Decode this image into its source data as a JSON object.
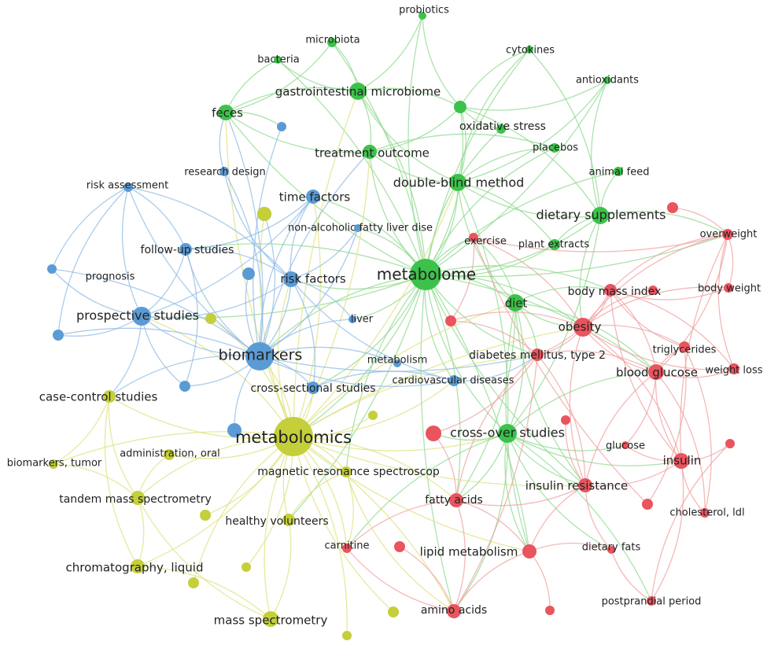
{
  "colors": {
    "blue": "#5b9bd5",
    "green": "#3cc24a",
    "red": "#e9545e",
    "yellow": "#c4cf3a",
    "blue_link": "#8fbbe5",
    "green_link": "#8fda8f",
    "red_link": "#f0a0a0",
    "yellow_link": "#dde27e"
  },
  "nodes": [
    {
      "id": "probiotics",
      "label": "probiotics",
      "cluster": "green"
    },
    {
      "id": "microbiota",
      "label": "microbiota",
      "cluster": "green"
    },
    {
      "id": "cytokines",
      "label": "cytokines",
      "cluster": "green"
    },
    {
      "id": "bacteria",
      "label": "bacteria",
      "cluster": "green"
    },
    {
      "id": "antioxidants",
      "label": "antioxidants",
      "cluster": "green"
    },
    {
      "id": "gastro",
      "label": "gastrointestinal microbiome",
      "cluster": "green"
    },
    {
      "id": "feces",
      "label": "feces",
      "cluster": "green"
    },
    {
      "id": "oxstress",
      "label": "oxidative stress",
      "cluster": "green"
    },
    {
      "id": "placebos",
      "label": "placebos",
      "cluster": "green"
    },
    {
      "id": "treatment",
      "label": "treatment outcome",
      "cluster": "green"
    },
    {
      "id": "animalfeed",
      "label": "animal feed",
      "cluster": "green"
    },
    {
      "id": "dblind",
      "label": "double-blind method",
      "cluster": "green"
    },
    {
      "id": "dietsupp",
      "label": "dietary supplements",
      "cluster": "green"
    },
    {
      "id": "plantext",
      "label": "plant extracts",
      "cluster": "green"
    },
    {
      "id": "metabolome",
      "label": "metabolome",
      "cluster": "green"
    },
    {
      "id": "diet",
      "label": "diet",
      "cluster": "green"
    },
    {
      "id": "crossover",
      "label": "cross-over studies",
      "cluster": "green"
    },
    {
      "id": "research",
      "label": "research design",
      "cluster": "blue"
    },
    {
      "id": "riskassess",
      "label": "risk assessment",
      "cluster": "blue"
    },
    {
      "id": "timefactors",
      "label": "time factors",
      "cluster": "blue"
    },
    {
      "id": "nafld",
      "label": "non-alcoholic fatty liver dise",
      "cluster": "blue"
    },
    {
      "id": "followup",
      "label": "follow-up studies",
      "cluster": "blue"
    },
    {
      "id": "prognosis",
      "label": "prognosis",
      "cluster": "blue"
    },
    {
      "id": "riskfactors",
      "label": "risk factors",
      "cluster": "blue"
    },
    {
      "id": "prospective",
      "label": "prospective studies",
      "cluster": "blue"
    },
    {
      "id": "liver",
      "label": "liver",
      "cluster": "blue"
    },
    {
      "id": "biomarkers",
      "label": "biomarkers",
      "cluster": "blue"
    },
    {
      "id": "metabolism",
      "label": "metabolism",
      "cluster": "blue"
    },
    {
      "id": "crosssect",
      "label": "cross-sectional studies",
      "cluster": "blue"
    },
    {
      "id": "cardio",
      "label": "cardiovascular diseases",
      "cluster": "blue"
    },
    {
      "id": "exercise",
      "label": "exercise",
      "cluster": "red"
    },
    {
      "id": "overweight",
      "label": "overweight",
      "cluster": "red"
    },
    {
      "id": "bmi",
      "label": "body mass index",
      "cluster": "red"
    },
    {
      "id": "bodyweight",
      "label": "body weight",
      "cluster": "red"
    },
    {
      "id": "obesity",
      "label": "obesity",
      "cluster": "red"
    },
    {
      "id": "trig",
      "label": "triglycerides",
      "cluster": "red"
    },
    {
      "id": "diabetes",
      "label": "diabetes mellitus, type 2",
      "cluster": "red"
    },
    {
      "id": "weightloss",
      "label": "weight loss",
      "cluster": "red"
    },
    {
      "id": "bloodglucose",
      "label": "blood glucose",
      "cluster": "red"
    },
    {
      "id": "glucose",
      "label": "glucose",
      "cluster": "red"
    },
    {
      "id": "insulin",
      "label": "insulin",
      "cluster": "red"
    },
    {
      "id": "insresist",
      "label": "insulin resistance",
      "cluster": "red"
    },
    {
      "id": "fattyacids",
      "label": "fatty acids",
      "cluster": "red"
    },
    {
      "id": "chol",
      "label": "cholesterol, ldl",
      "cluster": "red"
    },
    {
      "id": "carnitine",
      "label": "carnitine",
      "cluster": "red"
    },
    {
      "id": "lipidmet",
      "label": "lipid metabolism",
      "cluster": "red"
    },
    {
      "id": "dietaryfats",
      "label": "dietary fats",
      "cluster": "red"
    },
    {
      "id": "postprandial",
      "label": "postprandial period",
      "cluster": "red"
    },
    {
      "id": "aminoacids",
      "label": "amino acids",
      "cluster": "red"
    },
    {
      "id": "casecontrol",
      "label": "case-control studies",
      "cluster": "yellow"
    },
    {
      "id": "metabolomics",
      "label": "metabolomics",
      "cluster": "yellow"
    },
    {
      "id": "adminoral",
      "label": "administration, oral",
      "cluster": "yellow"
    },
    {
      "id": "biotumor",
      "label": "biomarkers, tumor",
      "cluster": "yellow"
    },
    {
      "id": "mrs",
      "label": "magnetic resonance spectroscop",
      "cluster": "yellow"
    },
    {
      "id": "tandem",
      "label": "tandem mass spectrometry",
      "cluster": "yellow"
    },
    {
      "id": "healthy",
      "label": "healthy volunteers",
      "cluster": "yellow"
    },
    {
      "id": "chromato",
      "label": "chromatography, liquid",
      "cluster": "yellow"
    },
    {
      "id": "massspec",
      "label": "mass spectrometry",
      "cluster": "yellow"
    },
    {
      "id": "b_extra1",
      "label": "",
      "cluster": "blue"
    },
    {
      "id": "b_extra2",
      "label": "",
      "cluster": "blue"
    },
    {
      "id": "b_extra3",
      "label": "",
      "cluster": "blue"
    },
    {
      "id": "b_extra4",
      "label": "",
      "cluster": "blue"
    },
    {
      "id": "b_extra5",
      "label": "",
      "cluster": "blue"
    },
    {
      "id": "b_extra6",
      "label": "",
      "cluster": "blue"
    },
    {
      "id": "g_extra1",
      "label": "",
      "cluster": "green"
    },
    {
      "id": "r_extra1",
      "label": "",
      "cluster": "red"
    },
    {
      "id": "r_extra2",
      "label": "",
      "cluster": "red"
    },
    {
      "id": "r_extra3",
      "label": "",
      "cluster": "red"
    },
    {
      "id": "r_extra4",
      "label": "",
      "cluster": "red"
    },
    {
      "id": "r_extra5",
      "label": "",
      "cluster": "red"
    },
    {
      "id": "r_extra6",
      "label": "",
      "cluster": "red"
    },
    {
      "id": "r_extra7",
      "label": "",
      "cluster": "red"
    },
    {
      "id": "r_extra8",
      "label": "",
      "cluster": "red"
    },
    {
      "id": "r_extra9",
      "label": "",
      "cluster": "red"
    },
    {
      "id": "y_extra1",
      "label": "",
      "cluster": "yellow"
    },
    {
      "id": "y_extra2",
      "label": "",
      "cluster": "yellow"
    },
    {
      "id": "y_extra3",
      "label": "",
      "cluster": "yellow"
    },
    {
      "id": "y_extra4",
      "label": "",
      "cluster": "yellow"
    },
    {
      "id": "y_extra5",
      "label": "",
      "cluster": "yellow"
    },
    {
      "id": "y_extra6",
      "label": "",
      "cluster": "yellow"
    },
    {
      "id": "y_extra7",
      "label": "",
      "cluster": "yellow"
    },
    {
      "id": "y_extra8",
      "label": "",
      "cluster": "yellow"
    }
  ],
  "links": [
    [
      "metabolome",
      "metabolomics"
    ],
    [
      "metabolome",
      "biomarkers"
    ],
    [
      "metabolome",
      "diet"
    ],
    [
      "metabolome",
      "dblind"
    ],
    [
      "metabolome",
      "treatment"
    ],
    [
      "metabolome",
      "gastro"
    ],
    [
      "metabolome",
      "feces"
    ],
    [
      "metabolome",
      "dietsupp"
    ],
    [
      "metabolome",
      "obesity"
    ],
    [
      "metabolome",
      "crossover"
    ],
    [
      "metabolome",
      "riskfactors"
    ],
    [
      "metabolome",
      "oxstress"
    ],
    [
      "metabolome",
      "probiotics"
    ],
    [
      "metabolome",
      "microbiota"
    ],
    [
      "metabolome",
      "cytokines"
    ],
    [
      "metabolome",
      "antioxidants"
    ],
    [
      "metabolome",
      "placebos"
    ],
    [
      "metabolome",
      "plantext"
    ],
    [
      "metabolome",
      "exercise"
    ],
    [
      "metabolome",
      "diabetes"
    ],
    [
      "metabolome",
      "bmi"
    ],
    [
      "metabolome",
      "insresist"
    ],
    [
      "metabolome",
      "fattyacids"
    ],
    [
      "metabolome",
      "timefactors"
    ],
    [
      "metabolome",
      "animalfeed"
    ],
    [
      "metabolome",
      "bacteria"
    ],
    [
      "metabolome",
      "liver"
    ],
    [
      "metabolome",
      "nafld"
    ],
    [
      "metabolome",
      "crosssect"
    ],
    [
      "metabolome",
      "cardio"
    ],
    [
      "metabolome",
      "prospective"
    ],
    [
      "metabolome",
      "followup"
    ],
    [
      "metabolome",
      "bloodglucose"
    ],
    [
      "metabolome",
      "overweight"
    ],
    [
      "metabolome",
      "lipidmet"
    ],
    [
      "metabolome",
      "aminoacids"
    ],
    [
      "metabolome",
      "g_extra1"
    ],
    [
      "metabolome",
      "mrs"
    ],
    [
      "metabolome",
      "healthy"
    ],
    [
      "metabolomics",
      "biomarkers"
    ],
    [
      "metabolomics",
      "casecontrol"
    ],
    [
      "metabolomics",
      "tandem"
    ],
    [
      "metabolomics",
      "chromato"
    ],
    [
      "metabolomics",
      "massspec"
    ],
    [
      "metabolomics",
      "mrs"
    ],
    [
      "metabolomics",
      "healthy"
    ],
    [
      "metabolomics",
      "adminoral"
    ],
    [
      "metabolomics",
      "biotumor"
    ],
    [
      "metabolomics",
      "carnitine"
    ],
    [
      "metabolomics",
      "lipidmet"
    ],
    [
      "metabolomics",
      "aminoacids"
    ],
    [
      "metabolomics",
      "prospective"
    ],
    [
      "metabolomics",
      "riskfactors"
    ],
    [
      "metabolomics",
      "timefactors"
    ],
    [
      "metabolomics",
      "feces"
    ],
    [
      "metabolomics",
      "treatment"
    ],
    [
      "metabolomics",
      "diabetes"
    ],
    [
      "metabolomics",
      "crossover"
    ],
    [
      "metabolomics",
      "fattyacids"
    ],
    [
      "metabolomics",
      "y_extra1"
    ],
    [
      "metabolomics",
      "y_extra2"
    ],
    [
      "metabolomics",
      "y_extra3"
    ],
    [
      "metabolomics",
      "y_extra4"
    ],
    [
      "metabolomics",
      "y_extra5"
    ],
    [
      "metabolomics",
      "y_extra6"
    ],
    [
      "metabolomics",
      "y_extra7"
    ],
    [
      "metabolomics",
      "y_extra8"
    ],
    [
      "metabolomics",
      "crosssect"
    ],
    [
      "metabolomics",
      "obesity"
    ],
    [
      "metabolomics",
      "insresist"
    ],
    [
      "metabolomics",
      "diet"
    ],
    [
      "metabolomics",
      "dblind"
    ],
    [
      "metabolomics",
      "gastro"
    ],
    [
      "metabolomics",
      "cardio"
    ],
    [
      "biomarkers",
      "prospective"
    ],
    [
      "biomarkers",
      "riskfactors"
    ],
    [
      "biomarkers",
      "followup"
    ],
    [
      "biomarkers",
      "prognosis"
    ],
    [
      "biomarkers",
      "riskassess"
    ],
    [
      "biomarkers",
      "research"
    ],
    [
      "biomarkers",
      "timefactors"
    ],
    [
      "biomarkers",
      "casecontrol"
    ],
    [
      "biomarkers",
      "crosssect"
    ],
    [
      "biomarkers",
      "cardio"
    ],
    [
      "biomarkers",
      "liver"
    ],
    [
      "biomarkers",
      "nafld"
    ],
    [
      "biomarkers",
      "b_extra1"
    ],
    [
      "biomarkers",
      "b_extra2"
    ],
    [
      "biomarkers",
      "b_extra3"
    ],
    [
      "biomarkers",
      "b_extra4"
    ],
    [
      "biomarkers",
      "b_extra5"
    ],
    [
      "biomarkers",
      "b_extra6"
    ],
    [
      "biomarkers",
      "metabolism"
    ],
    [
      "biomarkers",
      "diabetes"
    ],
    [
      "biomarkers",
      "treatment"
    ],
    [
      "biomarkers",
      "feces"
    ],
    [
      "prospective",
      "riskassess"
    ],
    [
      "prospective",
      "followup"
    ],
    [
      "prospective",
      "prognosis"
    ],
    [
      "prospective",
      "riskfactors"
    ],
    [
      "prospective",
      "b_extra4"
    ],
    [
      "prospective",
      "b_extra5"
    ],
    [
      "prospective",
      "casecontrol"
    ],
    [
      "prospective",
      "timefactors"
    ],
    [
      "riskassess",
      "followup"
    ],
    [
      "riskassess",
      "prognosis"
    ],
    [
      "riskassess",
      "riskfactors"
    ],
    [
      "riskassess",
      "b_extra4"
    ],
    [
      "followup",
      "riskfactors"
    ],
    [
      "followup",
      "timefactors"
    ],
    [
      "followup",
      "b_extra5"
    ],
    [
      "research",
      "riskfactors"
    ],
    [
      "research",
      "feces"
    ],
    [
      "timefactors",
      "riskfactors"
    ],
    [
      "riskfactors",
      "liver"
    ],
    [
      "riskfactors",
      "nafld"
    ],
    [
      "riskfactors",
      "crosssect"
    ],
    [
      "riskfactors",
      "cardio"
    ],
    [
      "crosssect",
      "cardio"
    ],
    [
      "cardio",
      "diabetes"
    ],
    [
      "feces",
      "gastro"
    ],
    [
      "feces",
      "microbiota"
    ],
    [
      "feces",
      "bacteria"
    ],
    [
      "feces",
      "treatment"
    ],
    [
      "feces",
      "b_extra1"
    ],
    [
      "gastro",
      "microbiota"
    ],
    [
      "gastro",
      "bacteria"
    ],
    [
      "gastro",
      "probiotics"
    ],
    [
      "gastro",
      "treatment"
    ],
    [
      "gastro",
      "dblind"
    ],
    [
      "gastro",
      "oxstress"
    ],
    [
      "treatment",
      "dblind"
    ],
    [
      "treatment",
      "placebos"
    ],
    [
      "treatment",
      "oxstress"
    ],
    [
      "dblind",
      "placebos"
    ],
    [
      "dblind",
      "dietsupp"
    ],
    [
      "dblind",
      "crossover"
    ],
    [
      "dblind",
      "diet"
    ],
    [
      "dblind",
      "plantext"
    ],
    [
      "dblind",
      "oxstress"
    ],
    [
      "dblind",
      "cytokines"
    ],
    [
      "dblind",
      "antioxidants"
    ],
    [
      "dietsupp",
      "animalfeed"
    ],
    [
      "dietsupp",
      "plantext"
    ],
    [
      "dietsupp",
      "antioxidants"
    ],
    [
      "dietsupp",
      "oxstress"
    ],
    [
      "dietsupp",
      "overweight"
    ],
    [
      "dietsupp",
      "obesity"
    ],
    [
      "dietsupp",
      "crossover"
    ],
    [
      "dietsupp",
      "cytokines"
    ],
    [
      "oxstress",
      "cytokines"
    ],
    [
      "oxstress",
      "antioxidants"
    ],
    [
      "oxstress",
      "probiotics"
    ],
    [
      "oxstress",
      "g_extra1"
    ],
    [
      "diet",
      "crossover"
    ],
    [
      "diet",
      "obesity"
    ],
    [
      "diet",
      "bmi"
    ],
    [
      "diet",
      "exercise"
    ],
    [
      "diet",
      "fattyacids"
    ],
    [
      "diet",
      "lipidmet"
    ],
    [
      "diet",
      "diabetes"
    ],
    [
      "diet",
      "insresist"
    ],
    [
      "diet",
      "bloodglucose"
    ],
    [
      "crossover",
      "insulin"
    ],
    [
      "crossover",
      "bloodglucose"
    ],
    [
      "crossover",
      "glucose"
    ],
    [
      "crossover",
      "postprandial"
    ],
    [
      "crossover",
      "insresist"
    ],
    [
      "crossover",
      "fattyacids"
    ],
    [
      "crossover",
      "lipidmet"
    ],
    [
      "crossover",
      "aminoacids"
    ],
    [
      "crossover",
      "dietaryfats"
    ],
    [
      "crossover",
      "r_extra1"
    ],
    [
      "crossover",
      "carnitine"
    ],
    [
      "obesity",
      "overweight"
    ],
    [
      "obesity",
      "bmi"
    ],
    [
      "obesity",
      "bodyweight"
    ],
    [
      "obesity",
      "weightloss"
    ],
    [
      "obesity",
      "trig"
    ],
    [
      "obesity",
      "insresist"
    ],
    [
      "obesity",
      "diabetes"
    ],
    [
      "obesity",
      "bloodglucose"
    ],
    [
      "obesity",
      "insulin"
    ],
    [
      "obesity",
      "r_extra2"
    ],
    [
      "obesity",
      "r_extra3"
    ],
    [
      "obesity",
      "exercise"
    ],
    [
      "bmi",
      "overweight"
    ],
    [
      "bmi",
      "bodyweight"
    ],
    [
      "bmi",
      "weightloss"
    ],
    [
      "bmi",
      "trig"
    ],
    [
      "bmi",
      "bloodglucose"
    ],
    [
      "bmi",
      "insulin"
    ],
    [
      "bmi",
      "diabetes"
    ],
    [
      "overweight",
      "weightloss"
    ],
    [
      "overweight",
      "bodyweight"
    ],
    [
      "overweight",
      "insulin"
    ],
    [
      "overweight",
      "bloodglucose"
    ],
    [
      "overweight",
      "r_extra4"
    ],
    [
      "overweight",
      "exercise"
    ],
    [
      "bloodglucose",
      "insulin"
    ],
    [
      "bloodglucose",
      "glucose"
    ],
    [
      "bloodglucose",
      "insresist"
    ],
    [
      "bloodglucose",
      "trig"
    ],
    [
      "bloodglucose",
      "weightloss"
    ],
    [
      "bloodglucose",
      "chol"
    ],
    [
      "bloodglucose",
      "diabetes"
    ],
    [
      "insulin",
      "insresist"
    ],
    [
      "insulin",
      "chol"
    ],
    [
      "insulin",
      "postprandial"
    ],
    [
      "insulin",
      "r_extra5"
    ],
    [
      "insulin",
      "glucose"
    ],
    [
      "insresist",
      "diabetes"
    ],
    [
      "insresist",
      "fattyacids"
    ],
    [
      "insresist",
      "lipidmet"
    ],
    [
      "insresist",
      "r_extra6"
    ],
    [
      "insresist",
      "dietaryfats"
    ],
    [
      "diabetes",
      "r_extra1"
    ],
    [
      "diabetes",
      "fattyacids"
    ],
    [
      "diabetes",
      "aminoacids"
    ],
    [
      "diabetes",
      "r_extra2"
    ],
    [
      "fattyacids",
      "lipidmet"
    ],
    [
      "fattyacids",
      "carnitine"
    ],
    [
      "fattyacids",
      "aminoacids"
    ],
    [
      "fattyacids",
      "r_extra1"
    ],
    [
      "lipidmet",
      "dietaryfats"
    ],
    [
      "lipidmet",
      "aminoacids"
    ],
    [
      "lipidmet",
      "r_extra7"
    ],
    [
      "aminoacids",
      "r_extra8"
    ],
    [
      "aminoacids",
      "carnitine"
    ],
    [
      "dietaryfats",
      "postprandial"
    ],
    [
      "postprandial",
      "r_extra5"
    ],
    [
      "chol",
      "trig"
    ],
    [
      "trig",
      "r_extra9"
    ],
    [
      "exercise",
      "r_extra9"
    ],
    [
      "exercise",
      "r_extra2"
    ],
    [
      "casecontrol",
      "tandem"
    ],
    [
      "casecontrol",
      "biotumor"
    ],
    [
      "casecontrol",
      "chromato"
    ],
    [
      "tandem",
      "chromato"
    ],
    [
      "tandem",
      "massspec"
    ],
    [
      "chromato",
      "massspec"
    ],
    [
      "mrs",
      "healthy"
    ],
    [
      "mrs",
      "carnitine"
    ],
    [
      "mrs",
      "aminoacids"
    ],
    [
      "healthy",
      "massspec"
    ],
    [
      "adminoral",
      "tandem"
    ],
    [
      "biotumor",
      "tandem"
    ]
  ]
}
